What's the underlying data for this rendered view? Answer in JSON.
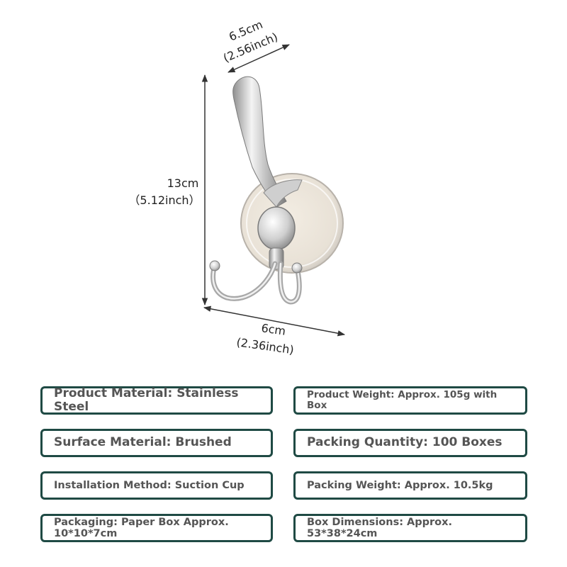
{
  "dimensions": {
    "top_width_cm": "6.5cm",
    "top_width_in": "(2.56inch)",
    "height_cm": "13cm",
    "height_in": "（5.12inch）",
    "bottom_width_cm": "6cm",
    "bottom_width_in": "(2.36inch)"
  },
  "specs": {
    "product_material": "Product Material: Stainless Steel",
    "product_weight": "Product Weight: Approx. 105g with Box",
    "surface_material": "Surface Material: Brushed",
    "packing_quantity": "Packing Quantity: 100 Boxes",
    "installation_method": "Installation Method: Suction Cup",
    "packing_weight": "Packing Weight: Approx. 10.5kg",
    "packaging": "Packaging: Paper Box Approx. 10*10*7cm",
    "box_dimensions": "Box Dimensions: Approx. 53*38*24cm"
  },
  "colors": {
    "border": "#1f4a44",
    "text": "#555555",
    "chrome": "#d9d9d9"
  }
}
